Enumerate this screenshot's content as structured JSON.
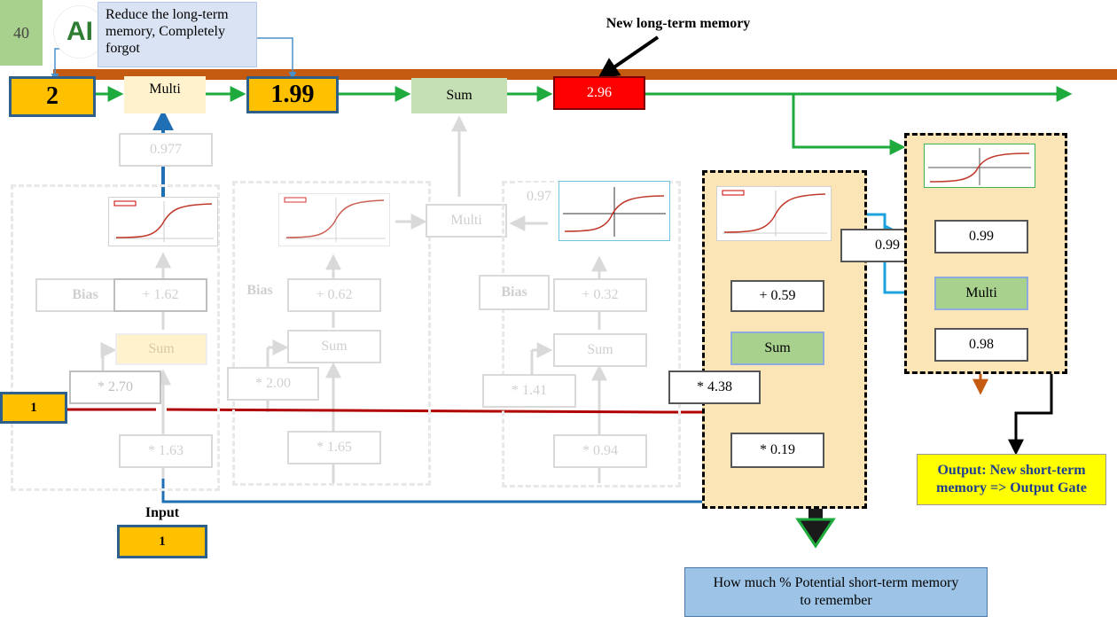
{
  "slide": {
    "page_number": "40",
    "logo_text": "AI",
    "note_reduce": "Reduce the long-term memory, Completely forgot",
    "title_new_ltm": "New long-term memory",
    "output_label": "Output: New short-term memory => Output Gate",
    "potential_label": "How much  % Potential short-term memory to remember",
    "input_label": "Input"
  },
  "top_row": {
    "ltm_in": "2",
    "multi": "Multi",
    "ltm_reduced": "1.99",
    "sum": "Sum",
    "ltm_new": "2.96"
  },
  "forget_gate": {
    "gate_value": "0.977",
    "bias_label": "Bias",
    "bias_value": "+ 1.62",
    "sum": "Sum",
    "stm_weight": "* 2.70",
    "input_weight": "* 1.63",
    "stm_value": "1"
  },
  "input_gate": {
    "bias_label": "Bias",
    "bias_value": "+ 0.62",
    "sum": "Sum",
    "stm_weight": "* 2.00",
    "input_weight": "* 1.65",
    "multi": "Multi"
  },
  "candidate_gate": {
    "value": "0.97",
    "bias_label": "Bias",
    "bias_value": "+ 0.32",
    "sum": "Sum",
    "stm_weight": "* 1.41",
    "input_weight": "* 0.94"
  },
  "output_gate": {
    "bias_value": "+ 0.59",
    "sum": "Sum",
    "stm_weight": "* 4.38",
    "input_weight": "* 0.19",
    "sigmoid_out": "0.99"
  },
  "output_block": {
    "tanh_out": "0.99",
    "multi": "Multi",
    "result": "0.98"
  },
  "input": {
    "value": "1"
  },
  "colors": {
    "green_line": "#1eaa3c",
    "blue_line": "#1f6fb5",
    "cyan_line": "#1ea2dc",
    "red_line": "#b00000",
    "orange_line": "#c55a11",
    "header_bar": "#c55a11",
    "gold": "#ffc000",
    "panel": "#fbe5b6",
    "yellow_label": "#ffff00",
    "blue_label": "#9dc3e6",
    "red_box": "#ff0000"
  }
}
